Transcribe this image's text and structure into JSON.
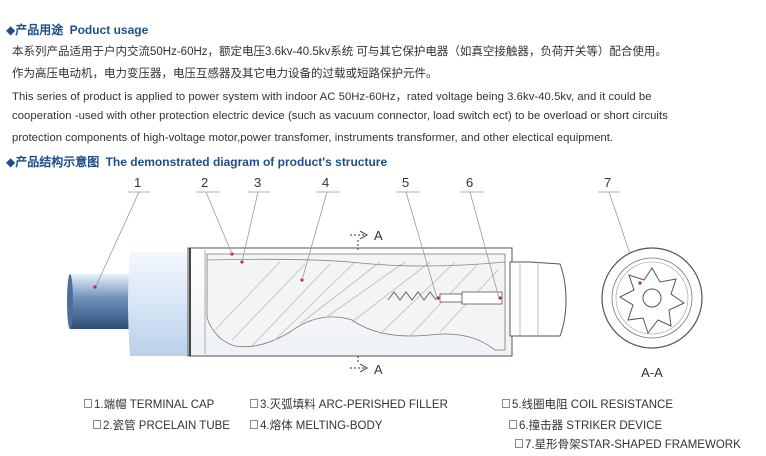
{
  "usage": {
    "marker": "◆",
    "title_cn": "产品用途",
    "title_en": "Poduct usage",
    "lines_cn": [
      "本系列产品适用于户内交流50Hz-60Hz，额定电压3.6kv-40.5kv系统 可与其它保护电器（如真空接触器，负荷开关等）配合使用。",
      "作为高压电动机，电力变压器，电压互感器及其它电力设备的过载或短路保护元件。"
    ],
    "lines_en": [
      "This series of product is applied to power system with indoor AC 50Hz-60Hz，rated voltage being 3.6kv-40.5kv, and it could be",
      "cooperation -used with other protection electric device (such as vacuum connector, load switch ect) to be overload or short circuits",
      "protection components of high-voltage motor,power transfomer, instruments transformer, and other electical equipment."
    ]
  },
  "structure": {
    "marker": "◆",
    "title_cn": "产品结构示意图",
    "title_en": "The demonstrated diagram of product's structure"
  },
  "diagram": {
    "callouts": [
      "1",
      "2",
      "3",
      "4",
      "5",
      "6",
      "7"
    ],
    "section_mark": "A",
    "section_label": "A-A"
  },
  "legend": [
    {
      "text": "1.端帽 TERMINAL CAP"
    },
    {
      "text": "2.瓷管 PRCELAIN TUBE"
    },
    {
      "text": "3.灭弧填料 ARC-PERISHED FILLER"
    },
    {
      "text": "4.熔体 MELTING-BODY"
    },
    {
      "text": "5.线圈电阻 COIL RESISTANCE"
    },
    {
      "text": "6.撞击器 STRIKER DEVICE"
    },
    {
      "text": "7.星形骨架STAR-SHAPED FRAMEWORK"
    }
  ]
}
